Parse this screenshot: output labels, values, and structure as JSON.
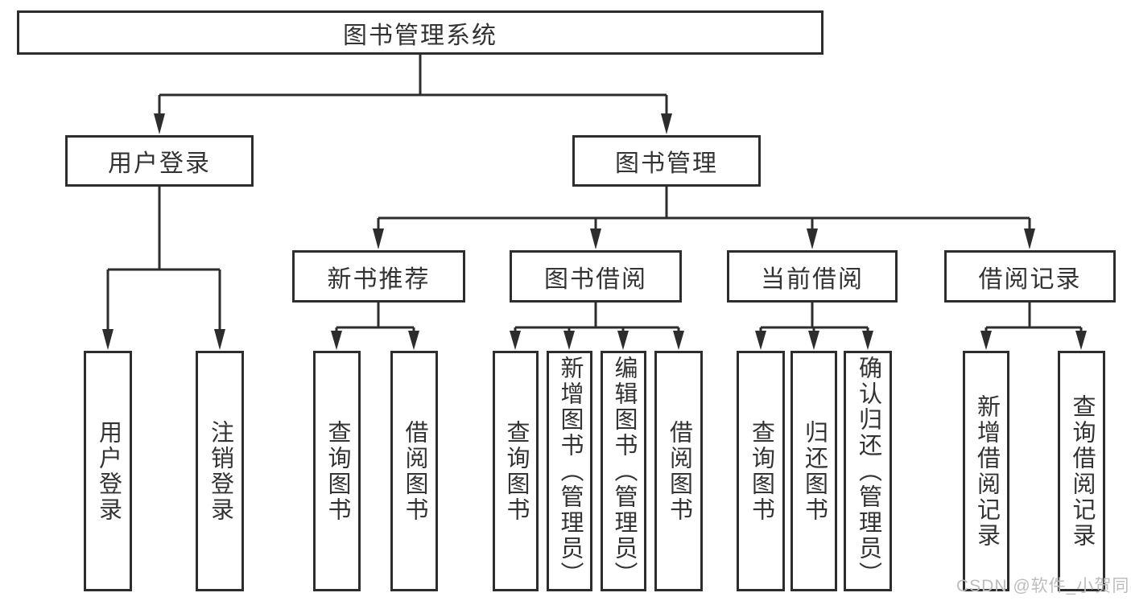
{
  "diagram": {
    "title": "图书管理系统",
    "branches": {
      "user_login": {
        "label": "用户登录",
        "leaves": [
          "用户登录",
          "注销登录"
        ]
      },
      "book_mgmt": {
        "label": "图书管理",
        "sections": {
          "new_book": {
            "label": "新书推荐",
            "leaves": [
              "查询图书",
              "借阅图书"
            ]
          },
          "borrow": {
            "label": "图书借阅",
            "leaves": [
              "查询图书",
              "新增图书（管理员）",
              "编辑图书（管理员）",
              "借阅图书"
            ]
          },
          "current": {
            "label": "当前借阅",
            "leaves": [
              "查询图书",
              "归还图书",
              "确认归还（管理员）"
            ]
          },
          "records": {
            "label": "借阅记录",
            "leaves": [
              "新增借阅记录",
              "查询借阅记录"
            ]
          }
        }
      }
    }
  },
  "watermark": {
    "text": "CSDN @软件_小贺同学"
  },
  "colors": {
    "line": "#2d2d2d",
    "text": "#333333",
    "background": "#ffffff",
    "watermark": "#bdbdbd"
  }
}
